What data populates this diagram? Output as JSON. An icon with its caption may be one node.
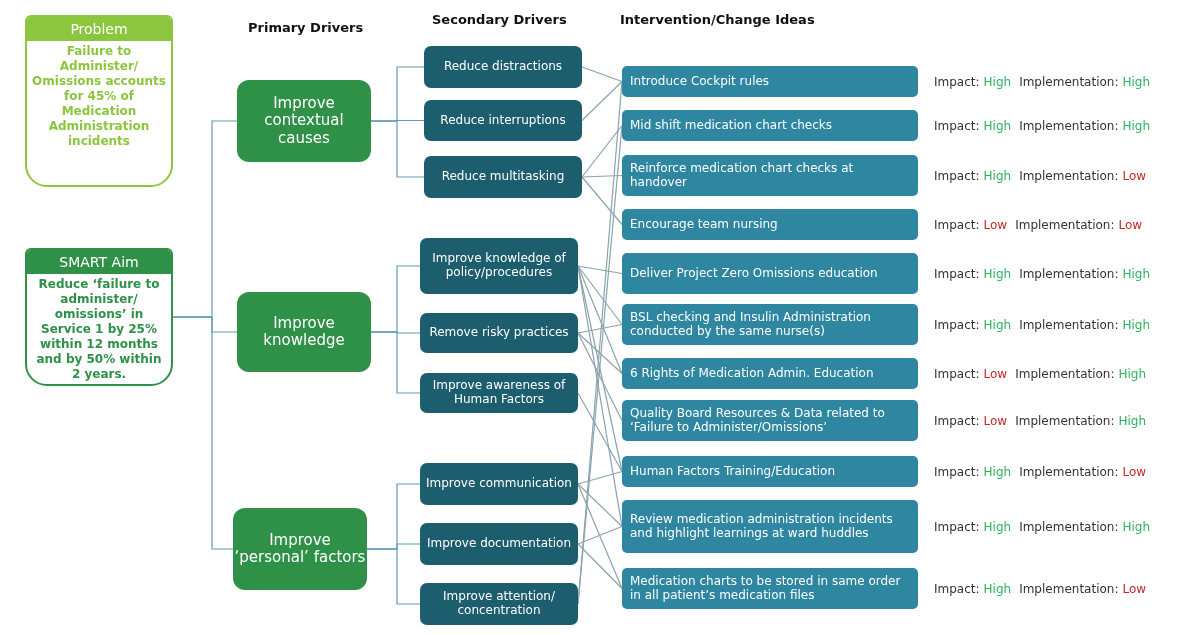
{
  "diagram": {
    "nodes": [
      {
        "text": [
          "Problem",
          "Failure to Administer/ Omissions accounts for 45% of Medication Administration incidents"
        ]
      },
      {
        "text": [
          "SMART Aim",
          "Reduce ‘failure to administer/ omissions’ in Service 1 by 25% within 12 months and by 50% within 2 years."
        ]
      },
      {
        "text": [
          "Improve contextual causes"
        ]
      },
      {
        "text": [
          "Improve knowledge"
        ]
      },
      {
        "text": [
          "Improve ‘personal’ factors"
        ]
      },
      {
        "text": [
          "Reduce distractions"
        ]
      },
      {
        "text": [
          "Reduce interruptions"
        ]
      },
      {
        "text": [
          "Reduce multitasking"
        ]
      },
      {
        "text": [
          "Improve knowledge of policy/procedures"
        ]
      },
      {
        "text": [
          "Remove risky practices"
        ]
      },
      {
        "text": [
          "Improve awareness of Human Factors"
        ]
      },
      {
        "text": [
          "Improve communication"
        ]
      },
      {
        "text": [
          "Improve documentation"
        ]
      },
      {
        "text": [
          "Improve attention/ concentration"
        ]
      },
      {
        "text": [
          "Introduce Cockpit rules"
        ],
        "beside": [
          "Impact:",
          "High",
          "Implementation:",
          "High"
        ]
      },
      {
        "text": [
          "Mid shift medication chart checks"
        ],
        "beside": [
          "Impact:",
          "High",
          "Implementation:",
          "High"
        ]
      },
      {
        "text": [
          "Reinforce medication chart checks at handover"
        ],
        "beside": [
          "Impact:",
          "High",
          "Implementation:",
          "Low"
        ]
      },
      {
        "text": [
          "Encourage team nursing"
        ],
        "beside": [
          "Impact:",
          "Low",
          "Implementation:",
          "Low"
        ]
      },
      {
        "text": [
          "Deliver Project Zero Omissions education"
        ],
        "beside": [
          "Impact:",
          "High",
          "Implementation:",
          "High"
        ]
      },
      {
        "text": [
          "BSL checking and Insulin Administration conducted by the same nurse(s)"
        ],
        "beside": [
          "Impact:",
          "High",
          "Implementation:",
          "High"
        ]
      },
      {
        "text": [
          "6 Rights of Medication Admin. Education"
        ],
        "beside": [
          "Impact:",
          "Low",
          "Implementation:",
          "High"
        ]
      },
      {
        "text": [
          "Quality Board Resources & Data related to ‘Failure to Administer/Omissions’"
        ],
        "beside": [
          "Impact:",
          "Low",
          "Implementation:",
          "High"
        ]
      },
      {
        "text": [
          "Human Factors Training/Education"
        ],
        "beside": [
          "Impact:",
          "High",
          "Implementation:",
          "Low"
        ]
      },
      {
        "text": [
          "Review medication administration incidents and highlight learnings at ward huddles"
        ],
        "beside": [
          "Impact:",
          "High",
          "Implementation:",
          "High"
        ]
      },
      {
        "text": [
          "Medication charts to be stored in same order in all patient’s medication files"
        ],
        "beside": [
          "Impact:",
          "High",
          "Implementation:",
          "Low"
        ]
      }
    ],
    "edges": [
      {
        "from": 1,
        "to": 2,
        "arrow": "none"
      },
      {
        "from": 1,
        "to": 3,
        "arrow": "none"
      },
      {
        "from": 1,
        "to": 4,
        "arrow": "none"
      },
      {
        "from": 2,
        "to": 5,
        "arrow": "none"
      },
      {
        "from": 2,
        "to": 6,
        "arrow": "none"
      },
      {
        "from": 2,
        "to": 7,
        "arrow": "none"
      },
      {
        "from": 3,
        "to": 8,
        "arrow": "none"
      },
      {
        "from": 3,
        "to": 9,
        "arrow": "none"
      },
      {
        "from": 3,
        "to": 10,
        "arrow": "none"
      },
      {
        "from": 4,
        "to": 11,
        "arrow": "none"
      },
      {
        "from": 4,
        "to": 12,
        "arrow": "none"
      },
      {
        "from": 4,
        "to": 13,
        "arrow": "none"
      },
      {
        "from": 5,
        "to": 14,
        "arrow": "none"
      },
      {
        "from": 6,
        "to": 14,
        "arrow": "none"
      },
      {
        "from": 7,
        "to": 15,
        "arrow": "none"
      },
      {
        "from": 7,
        "to": 16,
        "arrow": "none"
      },
      {
        "from": 7,
        "to": 17,
        "arrow": "none"
      },
      {
        "from": 8,
        "to": 18,
        "arrow": "none"
      },
      {
        "from": 8,
        "to": 19,
        "arrow": "none"
      },
      {
        "from": 8,
        "to": 20,
        "arrow": "none"
      },
      {
        "from": 8,
        "to": 22,
        "arrow": "none"
      },
      {
        "from": 8,
        "to": 23,
        "arrow": "none"
      },
      {
        "from": 9,
        "to": 19,
        "arrow": "none"
      },
      {
        "from": 9,
        "to": 20,
        "arrow": "none"
      },
      {
        "from": 9,
        "to": 21,
        "arrow": "none"
      },
      {
        "from": 10,
        "to": 22,
        "arrow": "none"
      },
      {
        "from": 11,
        "to": 22,
        "arrow": "none"
      },
      {
        "from": 11,
        "to": 23,
        "arrow": "none"
      },
      {
        "from": 11,
        "to": 24,
        "arrow": "none"
      },
      {
        "from": 12,
        "to": 23,
        "arrow": "none"
      },
      {
        "from": 12,
        "to": 24,
        "arrow": "none"
      },
      {
        "from": 13,
        "to": 14,
        "arrow": "none"
      },
      {
        "from": 13,
        "to": 15,
        "arrow": "none"
      }
    ],
    "labels": [
      "Primary Drivers",
      "Secondary Drivers",
      "Intervention/Change Ideas"
    ]
  }
}
